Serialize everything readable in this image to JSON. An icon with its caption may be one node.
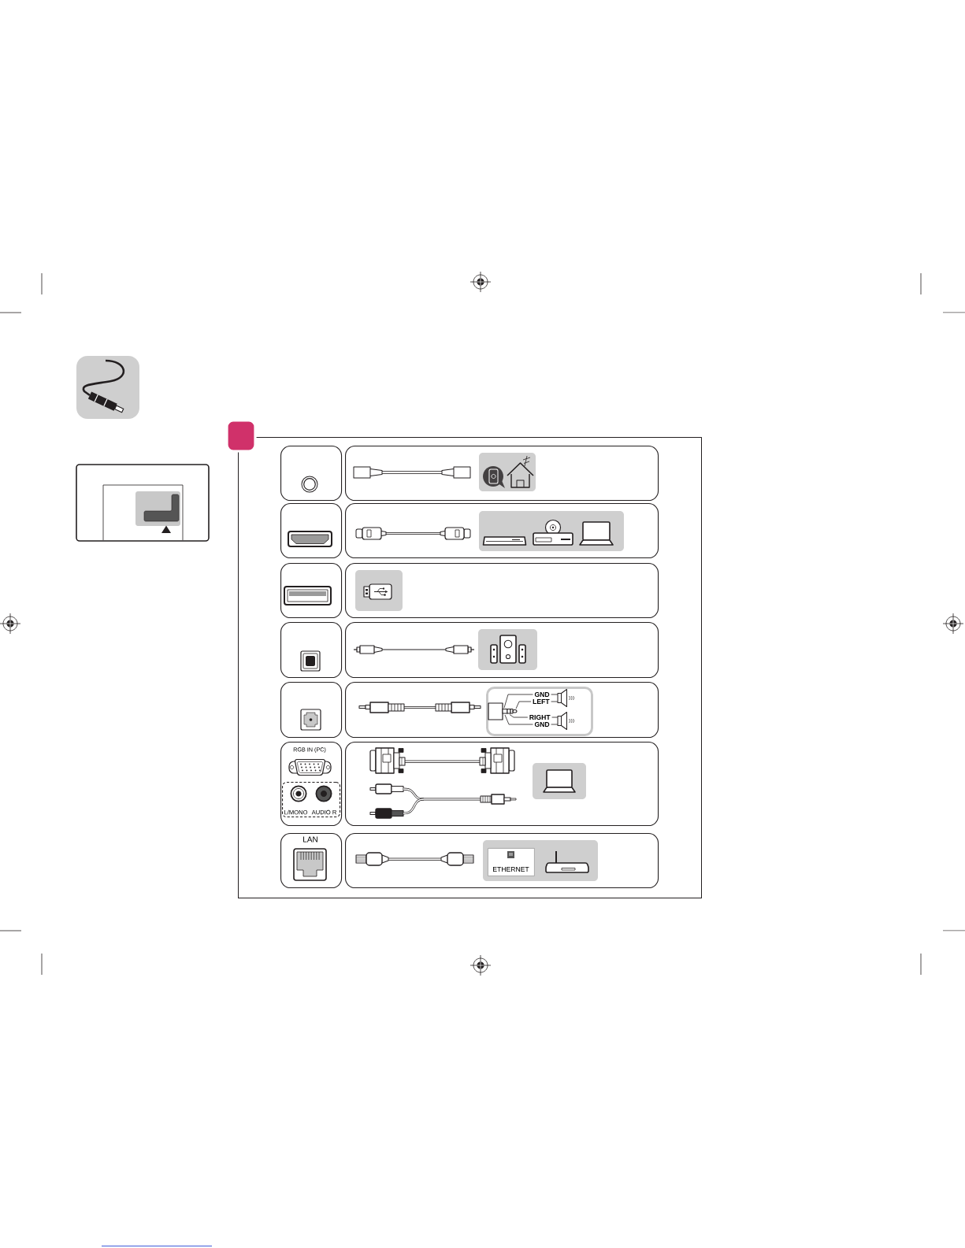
{
  "diagram": {
    "nodes": [
      {
        "text": [],
        "shape": "box"
      },
      {
        "text": [],
        "shape": "box",
        "in": 0
      },
      {
        "text": [],
        "shape": "box",
        "in": 0
      },
      {
        "text": [],
        "shape": "box",
        "in": 0
      },
      {
        "text": [],
        "shape": "box",
        "in": 0
      },
      {
        "text": [],
        "shape": "box",
        "in": 0
      },
      {
        "text": [],
        "shape": "box",
        "in": 0
      },
      {
        "text": [],
        "shape": "box",
        "in": 0
      },
      {
        "text": [],
        "shape": "box",
        "in": 0
      },
      {
        "text": [],
        "shape": "box",
        "in": 0
      },
      {
        "text": [],
        "shape": "box",
        "in": 0
      },
      {
        "text": [
          "GND",
          "LEFT",
          "RIGHT",
          "GND"
        ],
        "in": 10
      },
      {
        "text": [
          "RGB IN (PC)"
        ],
        "in": 0
      },
      {
        "text": [
          "L/MONO",
          "AUDIO R"
        ],
        "in": 12
      },
      {
        "text": [],
        "shape": "box",
        "in": 0
      },
      {
        "text": [
          "LAN"
        ],
        "in": 0
      },
      {
        "text": [],
        "shape": "box",
        "in": 0
      },
      {
        "text": [
          "ETHERNET"
        ],
        "in": 16
      }
    ]
  }
}
